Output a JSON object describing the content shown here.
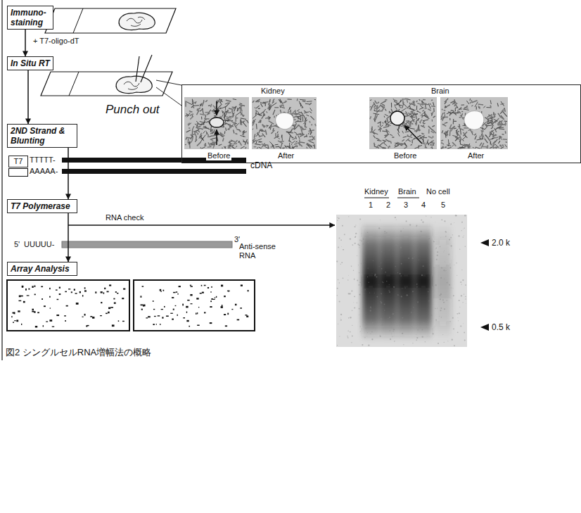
{
  "diagram": {
    "caption": "図2 シングルセルRNA増幅法の概略",
    "nodes": [
      {
        "text": [
          "Immuno-staining"
        ]
      },
      {
        "text": [
          "In Situ RT"
        ]
      },
      {
        "text": [
          "Kidney",
          "Before",
          "After",
          "Brain",
          "Before",
          "After"
        ]
      },
      {
        "text": [
          "2ND Strand & Blunting"
        ]
      },
      {
        "text": [
          "T7"
        ]
      },
      {
        "text": [
          "T7 Polymerase"
        ]
      },
      {
        "text": [
          "Array Analysis"
        ]
      }
    ],
    "edges": [
      {
        "from": 0,
        "to": 1,
        "arrow": "to",
        "label": "+ T7-oligo-dT"
      },
      {
        "from": 1,
        "to": 3,
        "arrow": "to"
      },
      {
        "from": 3,
        "to": 5,
        "arrow": "to"
      },
      {
        "from": 5,
        "to": 6,
        "arrow": "to"
      }
    ],
    "labels": [
      "Punch out",
      "TTTTT-",
      "AAAAA-",
      "cDNA",
      "RNA check",
      "5'",
      "UUUUU-",
      "3'",
      "Anti-sense RNA",
      "Kidney",
      "Brain",
      "No cell",
      "1",
      "2",
      "3",
      "4",
      "5",
      "2.0 k",
      "0.5 k"
    ]
  }
}
